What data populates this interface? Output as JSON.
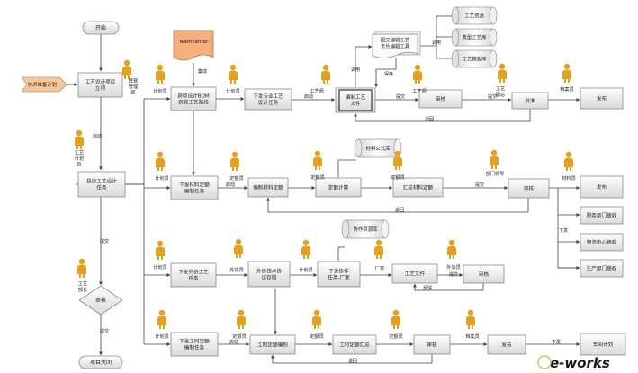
{
  "nodes": {
    "start": "开始",
    "input_plan": "技术准备计划",
    "project_setup": "工艺设计项目\n立项",
    "execute_design": "执行工艺设计\n任务",
    "review_left": "审核",
    "project_close": "项目关闭",
    "teamcenter": "Teamcenter",
    "get_bom": "获取设计BOM\n获取工艺路线",
    "assign_specialty": "下发专业工艺\n设计任务",
    "prepare_doc": "编制工艺\n文件",
    "tool_box": "图文编辑工艺\n卡片编辑工具",
    "lib_resource": "工艺资源",
    "lib_typical": "典型工艺库",
    "lib_template": "工艺模板库",
    "review_top": "审核",
    "approve_top": "批准",
    "publish_top": "发布",
    "assign_material": "下发材料定额\n编制任务",
    "prepare_material": "编制材料定额",
    "calc_quota": "定额计算",
    "material_db": "材料公式库",
    "summary_material": "汇总材料定额",
    "review_material": "审核",
    "publish_material": "发布",
    "dept_finance": "财务部门接收",
    "dept_logistics": "物流中心接收",
    "dept_production": "生产部门接收",
    "assign_outsource": "下发外协工艺\n任务",
    "outsource_list": "外协技术协\n议存档",
    "outsource_tech": "下发协作\n任务-厂家",
    "coop_db": "协作资源库",
    "craft_file": "工艺文件",
    "review_outsource": "审核",
    "assign_hours": "下发工时定额\n编制任务",
    "prepare_hours": "工时定额编制",
    "summary_hours": "工时定额汇总",
    "review_hours": "审核",
    "publish_hours": "发布",
    "workshop_plan": "车间计划"
  },
  "roles": {
    "process_manager": "经营\n管理\n部",
    "process_planner": "工艺\n计划\n员",
    "planner": "计划员",
    "process_staff": "工艺师",
    "quota_staff": "定额员",
    "dept_leader": "部门领导",
    "archivist": "档案员",
    "material_staff": "材料员",
    "craft_chief": "工艺\n副总",
    "factory": "厂家",
    "outsource_staff": "外协员",
    "process_dept": "工艺\n部长"
  },
  "edge_labels": {
    "integration": "集成",
    "launch": "启动",
    "call": "调用",
    "save": "保存",
    "submit": "提交",
    "reject": "退回",
    "feedback": "反馈",
    "issue": "下发"
  },
  "watermark": "e-works",
  "colors": {
    "box_fill_top": "#ffffff",
    "box_fill_bottom": "#d9d9d9",
    "tc_fill": "#f5b07d",
    "person": "#e6a11a",
    "input_arrow": "#f6c79a",
    "doc_fill": "#f0f0f0"
  }
}
